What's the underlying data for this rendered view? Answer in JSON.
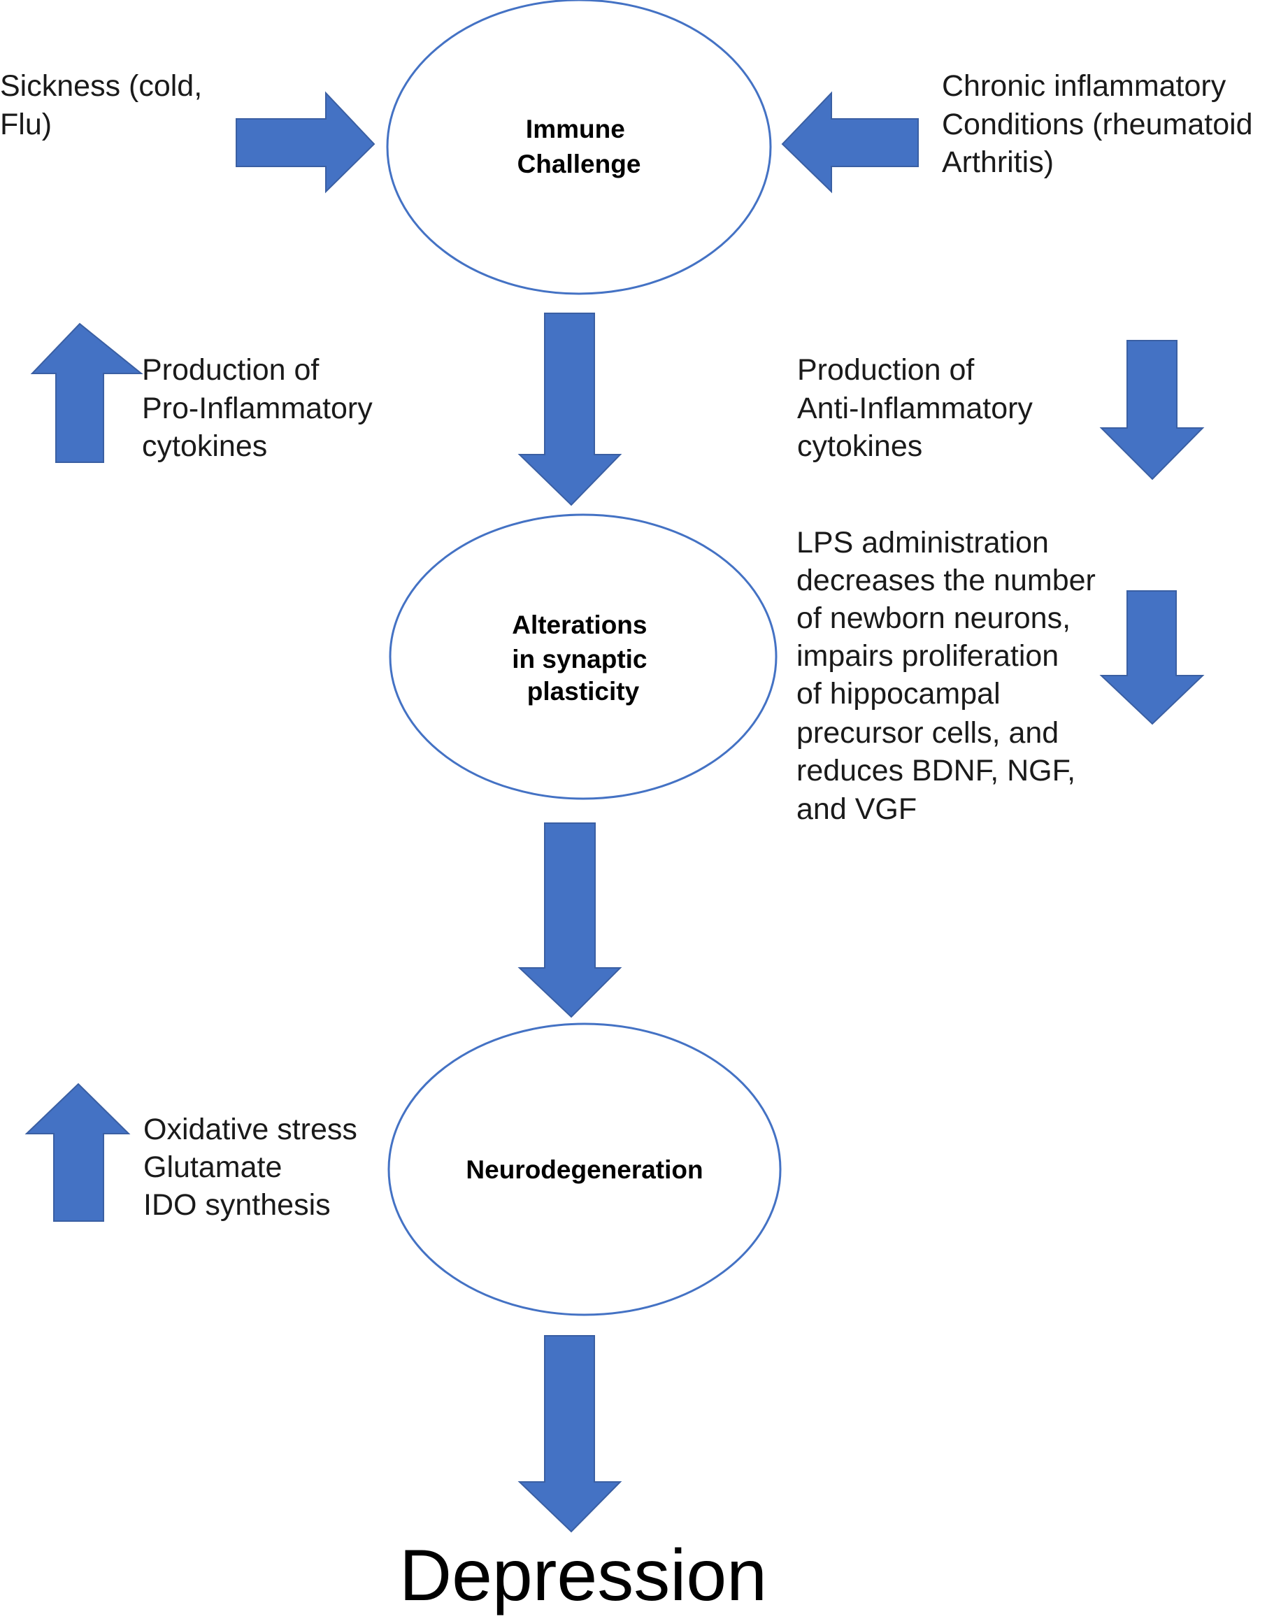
{
  "colors": {
    "arrow_fill": "#4472C4",
    "arrow_stroke": "#3A5FA3",
    "node_stroke": "#4472C4",
    "text": "#1a1a1a"
  },
  "nodes": [
    {
      "id": "immune-challenge",
      "lines": [
        "Immune",
        "Challenge"
      ]
    },
    {
      "id": "alterations-in-synaptic-plasticity",
      "lines": [
        "Alterations",
        "in synaptic",
        "plasticity"
      ]
    },
    {
      "id": "neurodegeneration",
      "lines": [
        "Neurodegeneration"
      ]
    }
  ],
  "outcome": "Depression",
  "annotations": [
    {
      "id": "sickness",
      "lines": [
        "Sickness (cold,",
        "Flu)"
      ]
    },
    {
      "id": "chronic-inflammatory",
      "lines": [
        "Chronic inflammatory",
        "Conditions (rheumatoid",
        "Arthritis)"
      ]
    },
    {
      "id": "pro-inflammatory",
      "lines": [
        "Production of",
        "Pro-Inflammatory",
        "cytokines"
      ]
    },
    {
      "id": "anti-inflammatory",
      "lines": [
        "Production of",
        "Anti-Inflammatory",
        "cytokines"
      ]
    },
    {
      "id": "lps",
      "lines": [
        "LPS administration",
        "decreases the number",
        "of newborn neurons,",
        "impairs proliferation",
        "of hippocampal",
        "precursor cells, and",
        "reduces BDNF, NGF,",
        "and VGF"
      ]
    },
    {
      "id": "oxidative",
      "lines": [
        "Oxidative stress",
        "Glutamate",
        "IDO synthesis"
      ]
    }
  ],
  "arrows": [
    {
      "id": "sickness-arrow",
      "direction": "right"
    },
    {
      "id": "chronic-arrow",
      "direction": "left"
    },
    {
      "id": "pro-inflammatory-arrow",
      "direction": "up"
    },
    {
      "id": "immune-to-alterations-arrow",
      "direction": "down"
    },
    {
      "id": "anti-inflammatory-arrow",
      "direction": "down"
    },
    {
      "id": "lps-arrow",
      "direction": "down"
    },
    {
      "id": "alterations-to-neurodegeneration-arrow",
      "direction": "down"
    },
    {
      "id": "oxidative-arrow",
      "direction": "up"
    },
    {
      "id": "neurodegeneration-to-depression-arrow",
      "direction": "down"
    }
  ]
}
